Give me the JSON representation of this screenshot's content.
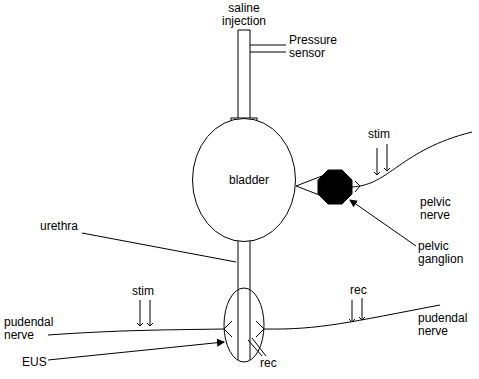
{
  "diagram": {
    "nodes": [
      {
        "text": [
          "bladder"
        ]
      }
    ],
    "edges": [],
    "labels": [
      "saline injection",
      "Pressure sensor",
      "stim",
      "pelvic nerve",
      "pelvic ganglion",
      "urethra",
      "stim",
      "rec",
      "pudendal nerve",
      "pudendal nerve",
      "EUS",
      "rec"
    ]
  }
}
